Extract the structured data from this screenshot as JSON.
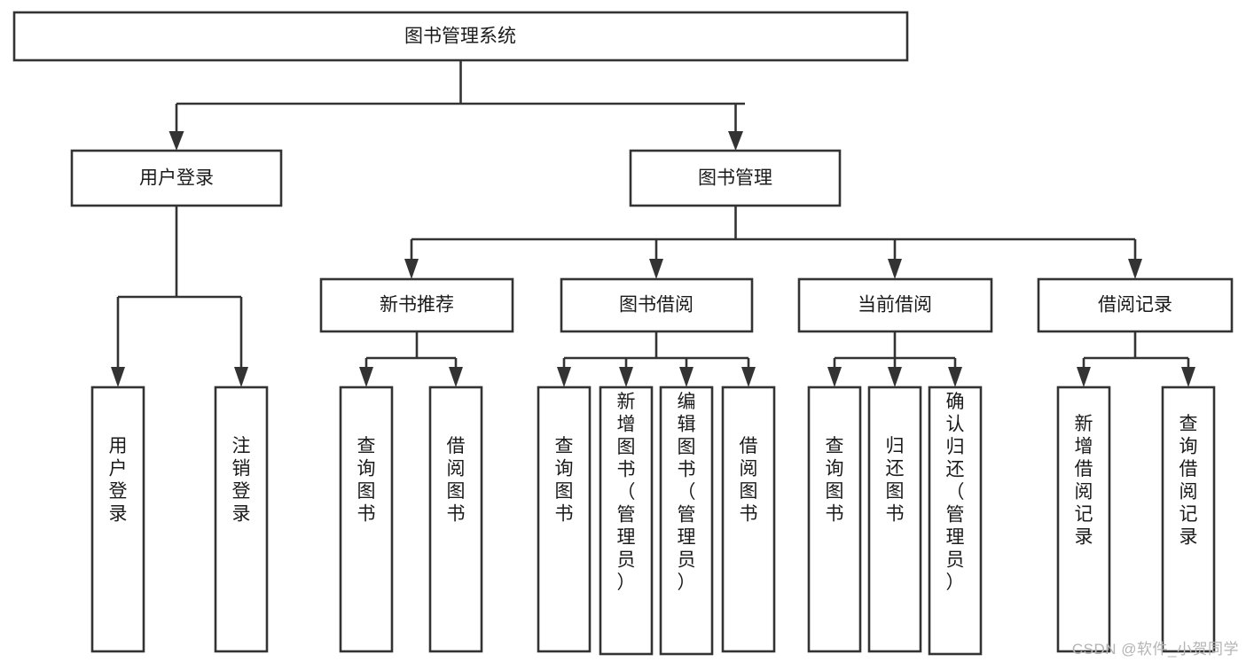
{
  "diagram": {
    "type": "tree-hierarchy",
    "title": "图书管理系统",
    "watermark": "CSDN @软件_小贺同学",
    "colors": {
      "background": "#ffffff",
      "box_stroke": "#333333",
      "box_fill": "#ffffff",
      "text": "#1a1a1a",
      "watermark": "#b4b4b4"
    },
    "root": {
      "id": "root",
      "label": "图书管理系统",
      "orientation": "horizontal"
    },
    "level1": [
      {
        "id": "user-login",
        "label": "用户登录",
        "orientation": "horizontal"
      },
      {
        "id": "book-manage",
        "label": "图书管理",
        "orientation": "horizontal"
      }
    ],
    "level2": [
      {
        "id": "new-book-recommend",
        "label": "新书推荐",
        "orientation": "horizontal",
        "parent": "book-manage"
      },
      {
        "id": "book-borrow",
        "label": "图书借阅",
        "orientation": "horizontal",
        "parent": "book-manage"
      },
      {
        "id": "current-borrow",
        "label": "当前借阅",
        "orientation": "horizontal",
        "parent": "book-manage"
      },
      {
        "id": "borrow-record",
        "label": "借阅记录",
        "orientation": "horizontal",
        "parent": "book-manage"
      }
    ],
    "leaves": {
      "user-login": [
        {
          "id": "leaf-user-login",
          "label": "用户登录",
          "orientation": "vertical"
        },
        {
          "id": "leaf-logout",
          "label": "注销登录",
          "orientation": "vertical"
        }
      ],
      "new-book-recommend": [
        {
          "id": "leaf-query-book-1",
          "label": "查询图书",
          "orientation": "vertical"
        },
        {
          "id": "leaf-borrow-book-1",
          "label": "借阅图书",
          "orientation": "vertical"
        }
      ],
      "book-borrow": [
        {
          "id": "leaf-query-book-2",
          "label": "查询图书",
          "orientation": "vertical"
        },
        {
          "id": "leaf-add-book",
          "label": "新增图书（管理员）",
          "orientation": "vertical"
        },
        {
          "id": "leaf-edit-book",
          "label": "编辑图书（管理员）",
          "orientation": "vertical"
        },
        {
          "id": "leaf-borrow-book-2",
          "label": "借阅图书",
          "orientation": "vertical"
        }
      ],
      "current-borrow": [
        {
          "id": "leaf-query-book-3",
          "label": "查询图书",
          "orientation": "vertical"
        },
        {
          "id": "leaf-return-book",
          "label": "归还图书",
          "orientation": "vertical"
        },
        {
          "id": "leaf-confirm-return",
          "label": "确认归还（管理员）",
          "orientation": "vertical"
        }
      ],
      "borrow-record": [
        {
          "id": "leaf-add-record",
          "label": "新增借阅记录",
          "orientation": "vertical"
        },
        {
          "id": "leaf-query-record",
          "label": "查询借阅记录",
          "orientation": "vertical"
        }
      ]
    }
  }
}
